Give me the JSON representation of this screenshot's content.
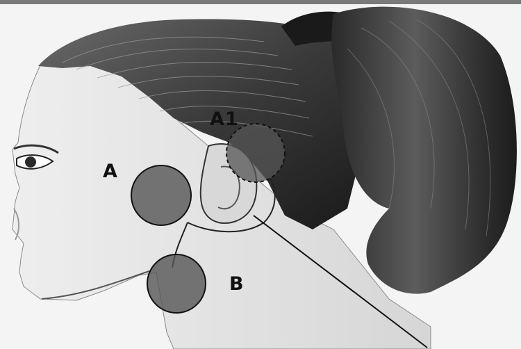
{
  "labels": {
    "a1": "A1",
    "a": "A",
    "b": "B"
  },
  "colors": {
    "background": "#f4f4f4",
    "skin": "#e6e6e6",
    "hair": "#3d3d3d",
    "hair_dark": "#1e1e1e",
    "marker_fill": "#555555",
    "outline": "#111111"
  }
}
